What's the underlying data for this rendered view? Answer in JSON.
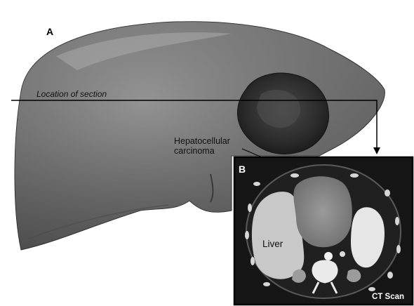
{
  "panel_a": {
    "letter": "A",
    "section_label": "Location of section",
    "tumor_label_line1": "Hepatocellular",
    "tumor_label_line2": "carcinoma"
  },
  "panel_b": {
    "letter": "B",
    "organ_label": "Liver",
    "caption": "CT Scan"
  },
  "colors": {
    "liver_light": "#9a9a9a",
    "liver_dark": "#3c3c3c",
    "tumor": "#262626",
    "ct_background": "#161616",
    "ct_tissue": "#c8c8c8",
    "frame": "#000000"
  }
}
